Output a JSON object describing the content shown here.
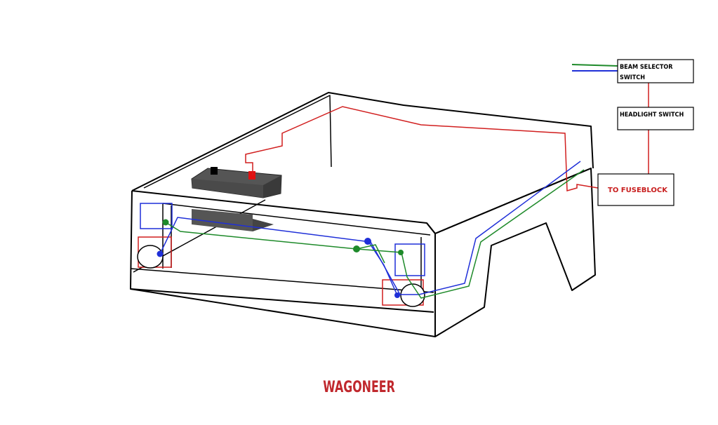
{
  "labels": {
    "beam_selector_line1": "BEAM SELECTOR",
    "beam_selector_line2": "SWITCH",
    "headlight_switch": "HEADLIGHT SWITCH",
    "fuseblock": "TO FUSEBLOCK",
    "title": "WAGONEER"
  },
  "colors": {
    "outline": "#000000",
    "power_wire": "#d11f1f",
    "high_beam_wire": "#1f2fd8",
    "low_beam_wire": "#1e8a2a",
    "battery": "#555555",
    "title": "#c0282d"
  }
}
